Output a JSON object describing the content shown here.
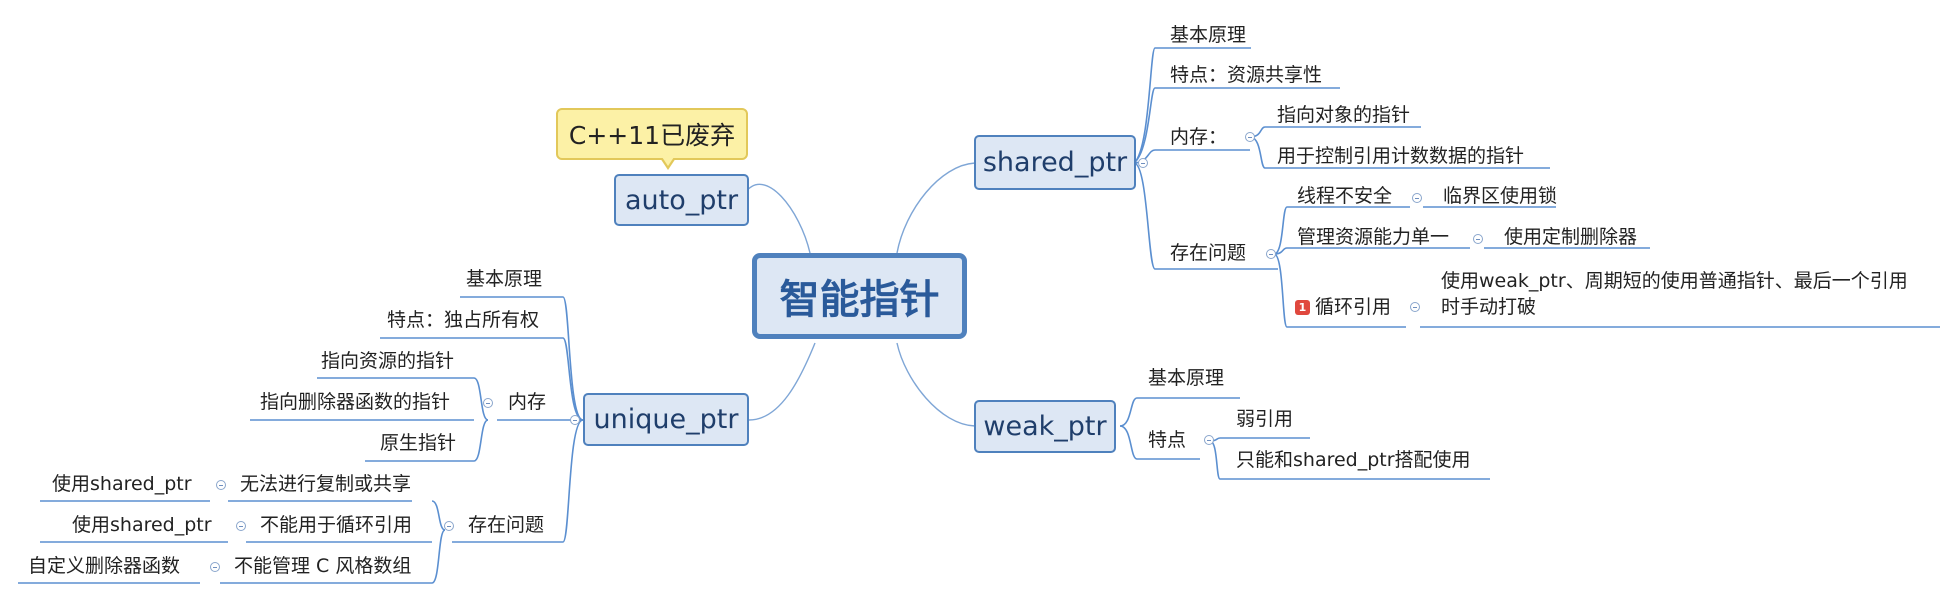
{
  "root": "智能指针",
  "auto_ptr": {
    "label": "auto_ptr",
    "note": "C++11已废弃"
  },
  "shared_ptr": {
    "label": "shared_ptr",
    "principle": "基本原理",
    "feature": "特点：资源共享性",
    "memory": {
      "label": "内存：",
      "items": [
        "指向对象的指针",
        "用于控制引用计数数据的指针"
      ]
    },
    "problems": {
      "label": "存在问题",
      "items": [
        {
          "issue": "线程不安全",
          "solution": "临界区使用锁"
        },
        {
          "issue": "管理资源能力单一",
          "solution": "使用定制删除器"
        },
        {
          "badge": "1",
          "issue": "循环引用",
          "solution_lines": [
            "使用weak_ptr、周期短的使用普通指针、最后一个引用",
            "时手动打破"
          ]
        }
      ]
    }
  },
  "weak_ptr": {
    "label": "weak_ptr",
    "principle": "基本原理",
    "feature": {
      "label": "特点",
      "items": [
        "弱引用",
        "只能和shared_ptr搭配使用"
      ]
    }
  },
  "unique_ptr": {
    "label": "unique_ptr",
    "principle": "基本原理",
    "feature": "特点：独占所有权",
    "memory": {
      "label": "内存",
      "items": [
        "指向资源的指针",
        "指向删除器函数的指针",
        "原生指针"
      ]
    },
    "problems": {
      "label": "存在问题",
      "items": [
        {
          "issue": "无法进行复制或共享",
          "solution": "使用shared_ptr"
        },
        {
          "issue": "不能用于循环引用",
          "solution": "使用shared_ptr"
        },
        {
          "issue": "不能管理 C 风格数组",
          "solution": "自定义删除器函数"
        }
      ]
    }
  },
  "colors": {
    "node_fill": "#dde7f4",
    "node_border": "#4f81bd",
    "root_text": "#2a5a9a",
    "line": "#5b8fd0",
    "note_fill": "#fcf1a6",
    "badge": "#e0483e"
  }
}
